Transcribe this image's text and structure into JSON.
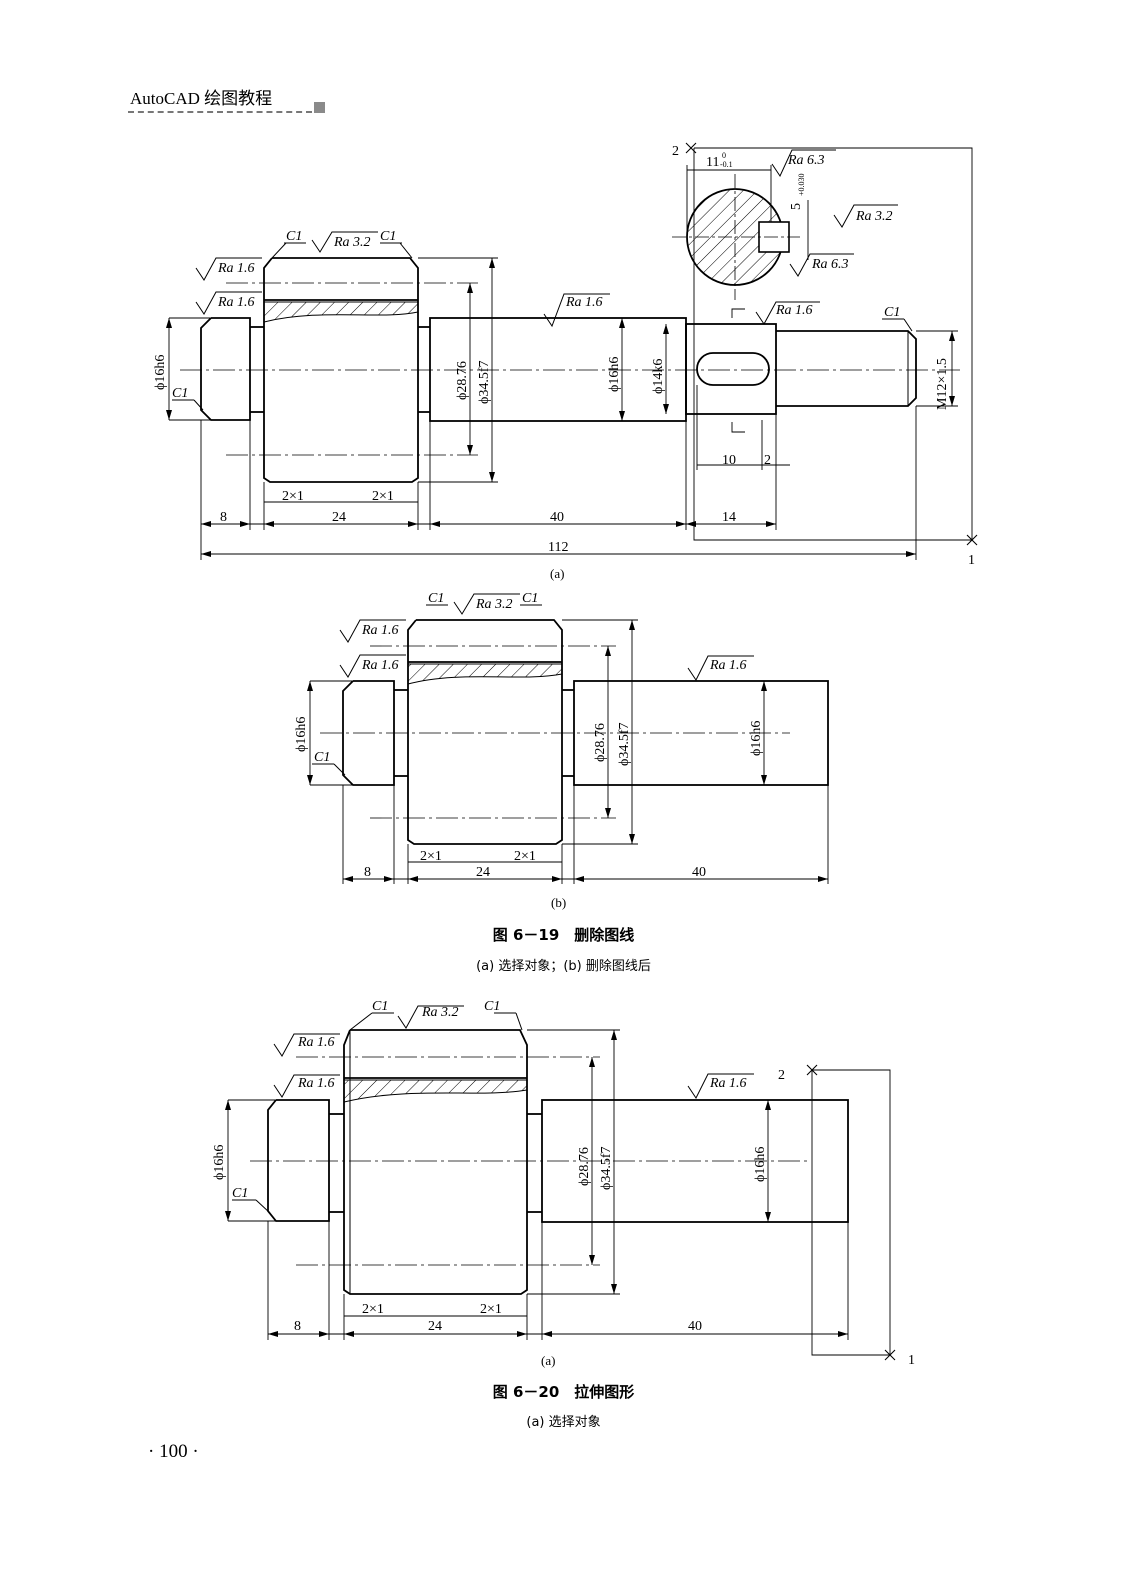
{
  "header": {
    "title": "AutoCAD 绘图教程"
  },
  "figure_a1": {
    "sublabel": "(a)",
    "labels": {
      "c1": "C1",
      "ra16": "Ra 1.6",
      "ra32": "Ra 3.2",
      "ra63": "Ra 6.3",
      "d16h6": "ϕ16h6",
      "d2876": "ϕ28.76",
      "d345f7": "ϕ34.5f7",
      "d14k6": "ϕ14k6",
      "m12": "M12×1.5",
      "groove": "2×1",
      "d8": "8",
      "d24": "24",
      "d40": "40",
      "d14": "14",
      "d112": "112",
      "d10": "10",
      "d2": "2",
      "d11": "11",
      "tol11": "0",
      "tol11b": "-0.1",
      "d5": "5",
      "tol5": "+0.030",
      "tol5b": "0",
      "pt1": "1",
      "pt2": "2"
    }
  },
  "figure_b": {
    "sublabel": "(b)"
  },
  "caption_619": {
    "title": "图 6－19　删除图线",
    "sub": "(a) 选择对象；(b) 删除图线后"
  },
  "figure_a2": {
    "sublabel": "(a)"
  },
  "caption_620": {
    "title": "图 6－20　拉伸图形",
    "sub": "(a) 选择对象"
  },
  "page_number": "· 100 ·"
}
